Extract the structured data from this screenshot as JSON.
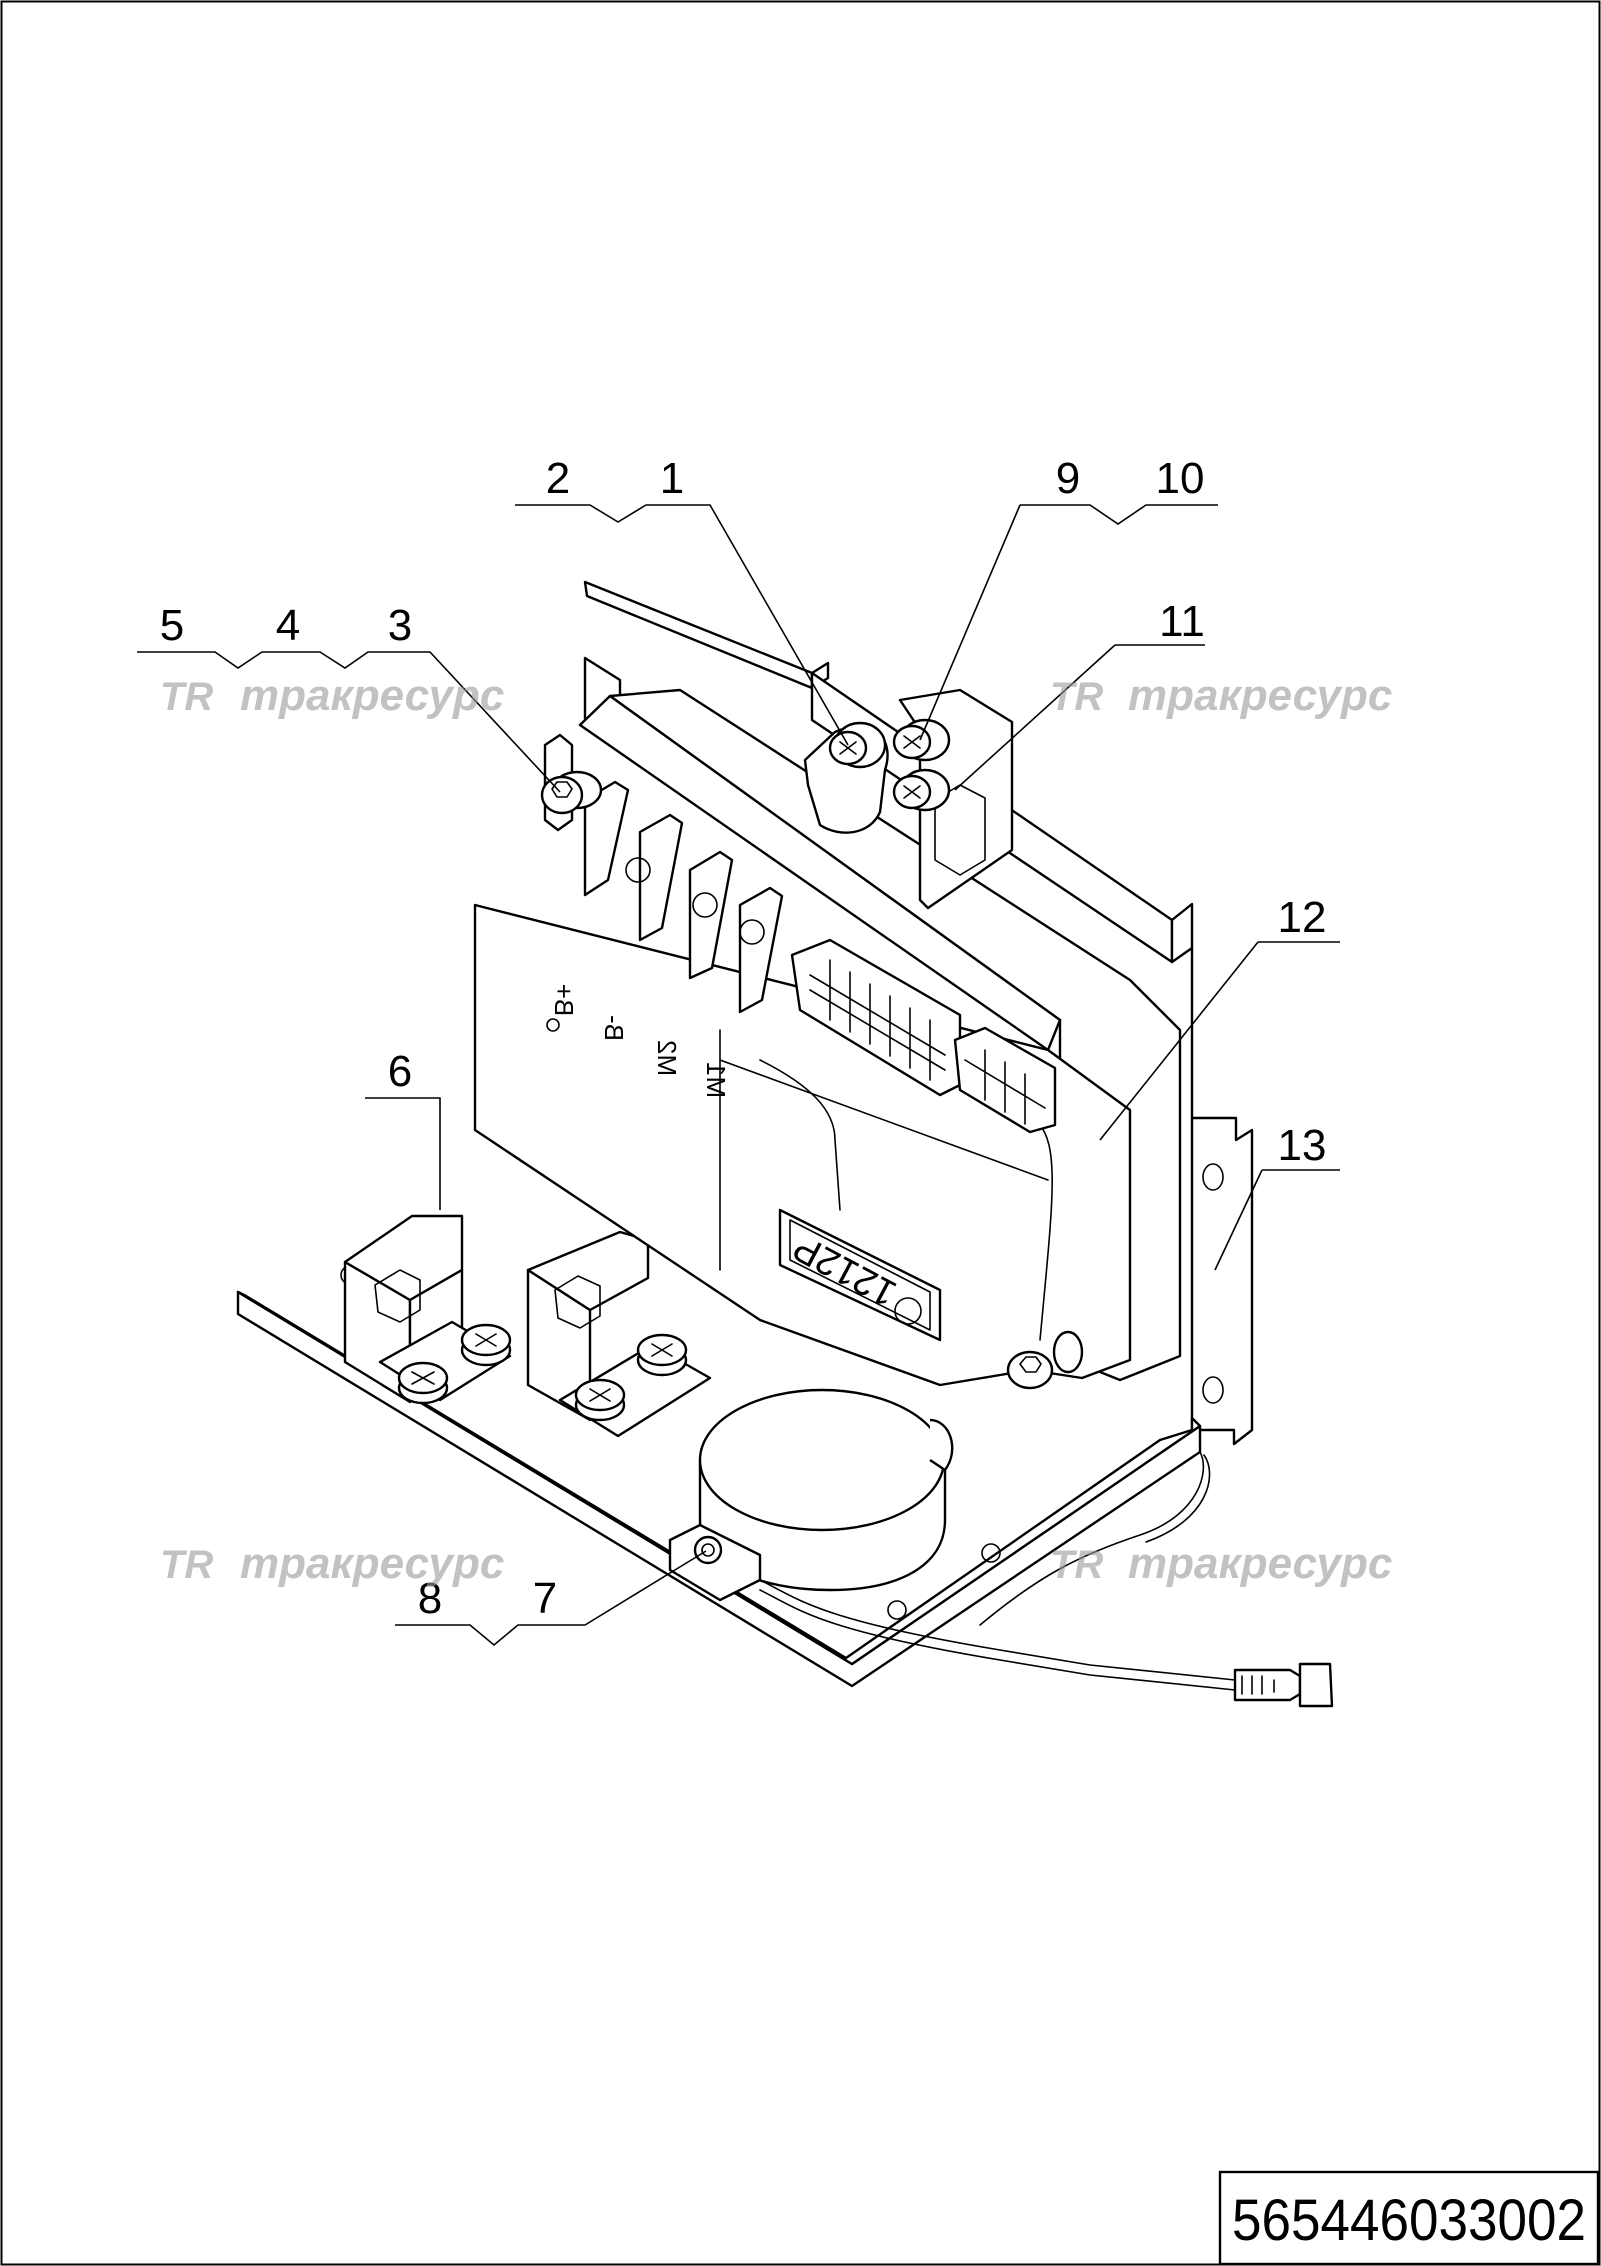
{
  "drawing_number": "565446033002",
  "watermark": {
    "logo": "TR",
    "text": "тракресурс"
  },
  "callouts": [
    "1",
    "2",
    "3",
    "4",
    "5",
    "6",
    "7",
    "8",
    "9",
    "10",
    "11",
    "12",
    "13"
  ],
  "terminal_labels": [
    "B+",
    "B-",
    "M2",
    "M1"
  ],
  "controller_mark": "1212P"
}
